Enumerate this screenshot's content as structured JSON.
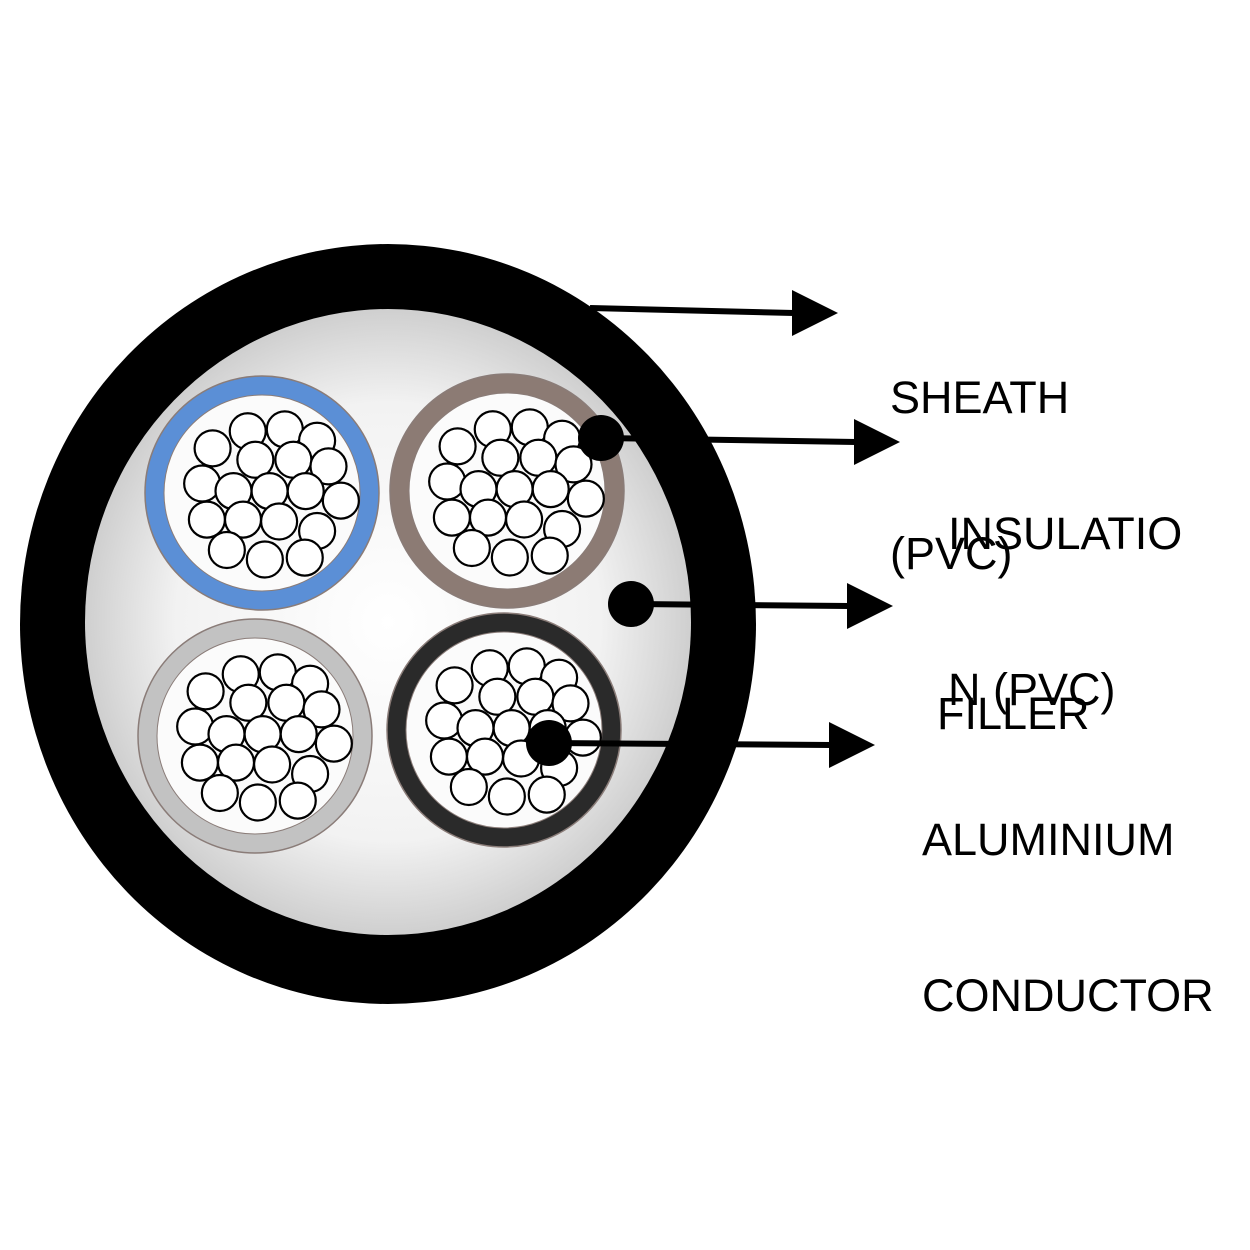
{
  "diagram": {
    "title": "4-core aluminium PVC cable cross-section",
    "colors": {
      "sheath": "#000000",
      "filler_center": "#ffffff",
      "filler_edge": "#cfcfcf",
      "strand_fill": "#ffffff",
      "strand_stroke": "#000000",
      "pointer": "#000000"
    },
    "cores": [
      {
        "name": "core-blue",
        "insulation_color": "#5b8fd6",
        "strand_count": 19
      },
      {
        "name": "core-brown",
        "insulation_color": "#8c7b74",
        "strand_count": 19
      },
      {
        "name": "core-grey",
        "insulation_color": "#c2c2c2",
        "strand_count": 19
      },
      {
        "name": "core-black",
        "insulation_color": "#2a2a2a",
        "strand_count": 19
      }
    ],
    "labels": [
      {
        "id": "sheath",
        "lines": [
          "SHEATH",
          "(PVC)"
        ]
      },
      {
        "id": "insulation",
        "lines": [
          "INSULATIO",
          "N (PVC)"
        ]
      },
      {
        "id": "filler",
        "lines": [
          "FILLER"
        ]
      },
      {
        "id": "conductor",
        "lines": [
          "ALUMINIUM",
          "CONDUCTOR"
        ]
      }
    ]
  }
}
